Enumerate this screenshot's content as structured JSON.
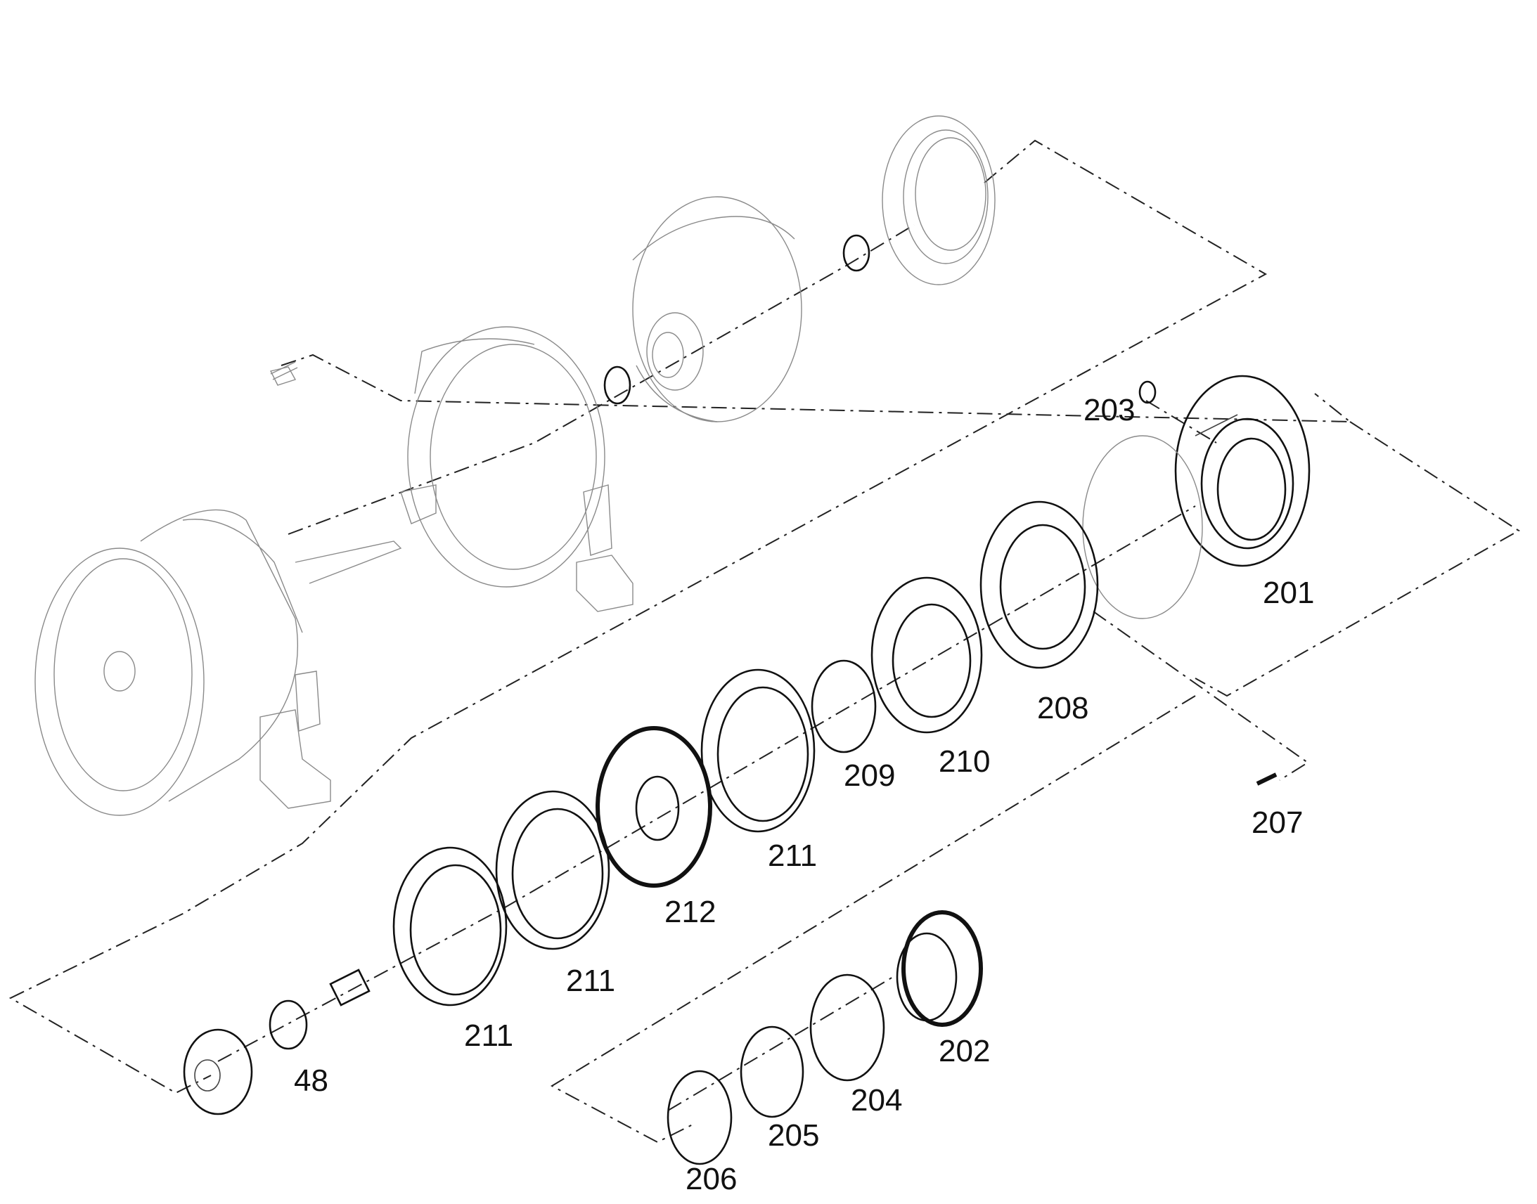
{
  "callouts": {
    "c201": "201",
    "c202": "202",
    "c203": "203",
    "c204": "204",
    "c205": "205",
    "c206": "206",
    "c207": "207",
    "c208": "208",
    "c209": "209",
    "c210": "210",
    "c211a": "211",
    "c211b": "211",
    "c211c": "211",
    "c212": "212",
    "c48": "48"
  },
  "colors": {
    "line": "#111111",
    "housing_line": "#8a8a8a",
    "background": "#ffffff"
  }
}
